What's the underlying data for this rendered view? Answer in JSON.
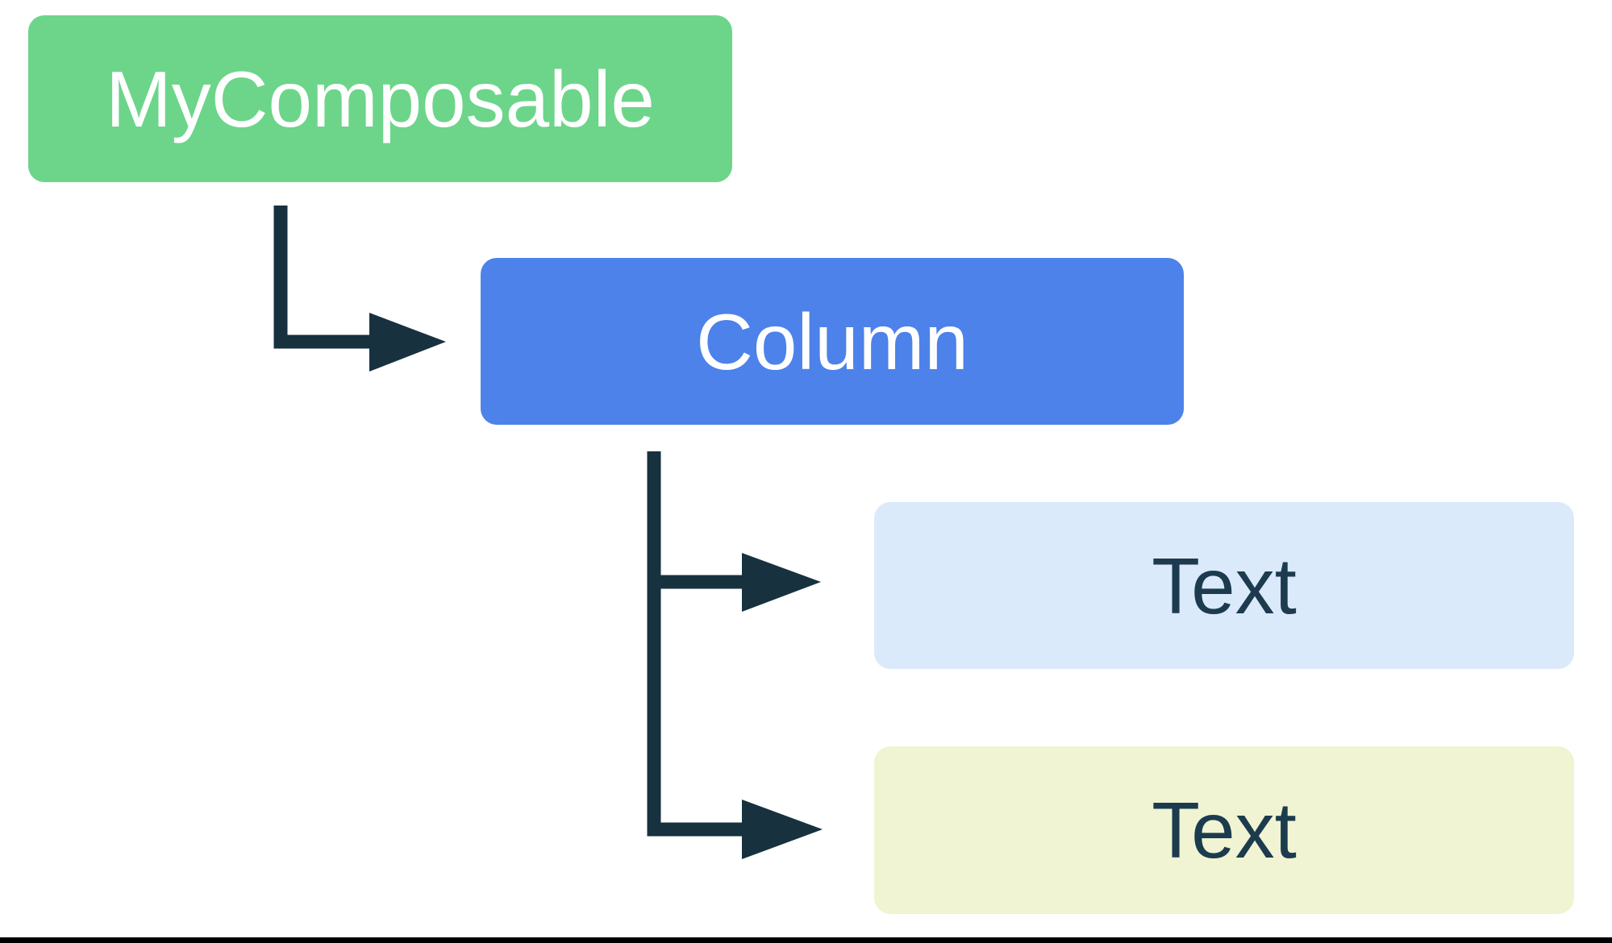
{
  "diagram": {
    "nodes": [
      {
        "id": "my-composable",
        "label": "MyComposable",
        "fill": "#6CD58A",
        "text_color": "#FFFFFF"
      },
      {
        "id": "column",
        "label": "Column",
        "fill": "#4D82EA",
        "text_color": "#FFFFFF"
      },
      {
        "id": "text-1",
        "label": "Text",
        "fill": "#DBEAFB",
        "text_color": "#1D3B4E"
      },
      {
        "id": "text-2",
        "label": "Text",
        "fill": "#F0F4D2",
        "text_color": "#1D3B4E"
      }
    ],
    "edges": [
      {
        "from": "my-composable",
        "to": "column"
      },
      {
        "from": "column",
        "to": "text-1"
      },
      {
        "from": "column",
        "to": "text-2"
      }
    ],
    "arrow_color": "#17313F",
    "canvas_background": "#FFFFFF",
    "bottom_border_color": "#000000"
  }
}
